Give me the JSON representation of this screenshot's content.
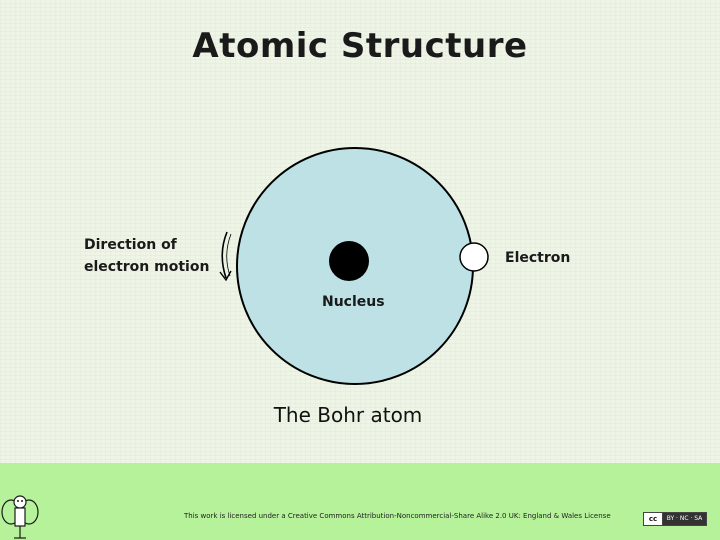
{
  "slide": {
    "title": "Atomic Structure"
  },
  "diagram": {
    "labels": {
      "direction": "Direction of electron motion",
      "electron": "Electron",
      "nucleus": "Nucleus",
      "caption": "The Bohr atom"
    },
    "colors": {
      "orbit_fill": "#bde1e4",
      "orbit_stroke": "#000000",
      "nucleus": "#000000",
      "electron": "#ffffff"
    }
  },
  "footer": {
    "license_text": "This work is licensed under a Creative Commons Attribution-Noncommercial-Share Alike 2.0 UK: England & Wales License",
    "badge": {
      "cc": "cc",
      "terms": "BY · NC · SA"
    },
    "colors": {
      "band": "#b5f29a"
    },
    "logo_icon": "microscope-robot-icon"
  }
}
